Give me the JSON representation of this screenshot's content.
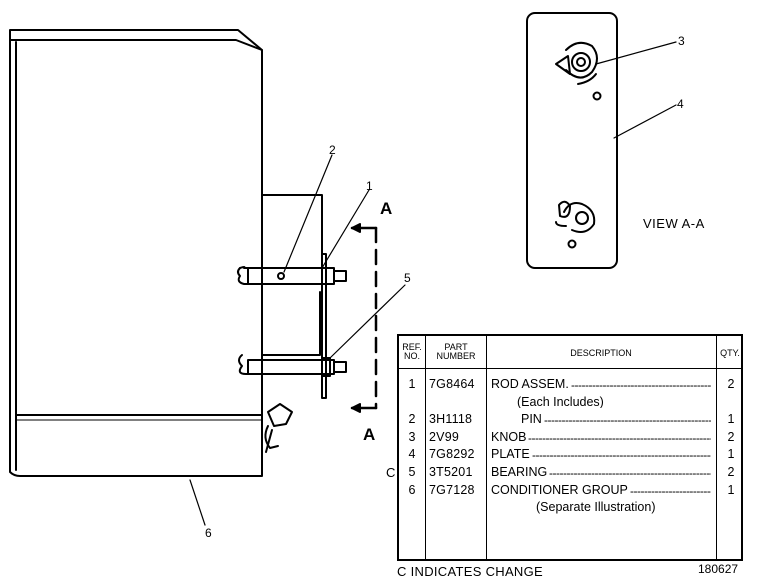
{
  "callouts": [
    "1",
    "2",
    "3",
    "4",
    "5",
    "6"
  ],
  "section_labels": {
    "top": "A",
    "bottom": "A"
  },
  "view_label": "VIEW A-A",
  "table": {
    "headers": {
      "ref": "REF. NO.",
      "part": "PART NUMBER",
      "desc": "DESCRIPTION",
      "qty": "QTY."
    },
    "rows": [
      {
        "mark": "",
        "ref": "1",
        "part": "7G8464",
        "desc": "ROD ASSEM.",
        "qty": "2",
        "indent": 0
      },
      {
        "mark": "",
        "ref": "",
        "part": "",
        "desc": "(Each Includes)",
        "qty": "",
        "indent": 1
      },
      {
        "mark": "",
        "ref": "2",
        "part": "3H1118",
        "desc": "PIN",
        "qty": "1",
        "indent": 2
      },
      {
        "mark": "",
        "ref": "3",
        "part": "2V99",
        "desc": "KNOB",
        "qty": "2",
        "indent": 0
      },
      {
        "mark": "",
        "ref": "4",
        "part": "7G8292",
        "desc": "PLATE",
        "qty": "1",
        "indent": 0
      },
      {
        "mark": "C",
        "ref": "5",
        "part": "3T5201",
        "desc": "BEARING",
        "qty": "2",
        "indent": 0
      },
      {
        "mark": "",
        "ref": "6",
        "part": "7G7128",
        "desc": "CONDITIONER GROUP",
        "qty": "1",
        "indent": 0
      },
      {
        "mark": "",
        "ref": "",
        "part": "",
        "desc": "(Separate Illustration)",
        "qty": "",
        "indent": 3
      }
    ]
  },
  "footer_note": "C INDICATES CHANGE",
  "illustration_number": "180627"
}
